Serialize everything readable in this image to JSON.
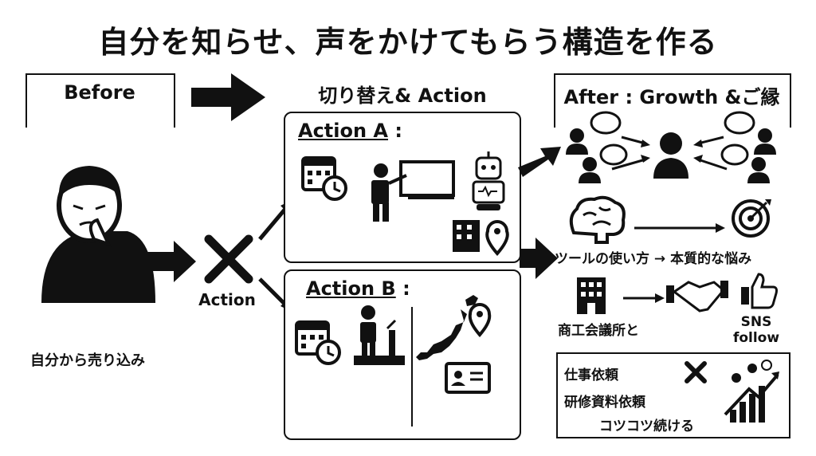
{
  "title": "自分を知らせ、声をかけてもらう構造を作る",
  "before": {
    "label": "Before",
    "caption": "自分から売り込み"
  },
  "middle": {
    "label": "切り替え& Action",
    "action_label": "Action",
    "action_a": {
      "title": "Action A",
      "suffix": ":"
    },
    "action_b": {
      "title": "Action B",
      "suffix": ":"
    }
  },
  "after": {
    "label": "After : Growth &ご縁",
    "tool_text": "ツールの使い方 → 本質的な悩み",
    "chamber_text": "商工会議所と",
    "sns_line1": "SNS",
    "sns_line2": "follow",
    "result_box": {
      "line1": "仕事依頼",
      "line2": "研修資料依頼",
      "line3": "コツコツ続ける"
    }
  },
  "icons": [
    "worried-person-icon",
    "calendar-clock-icon",
    "teacher-whiteboard-icon",
    "robot-icon",
    "building-icon",
    "location-pin-icon",
    "speaker-podium-icon",
    "japan-map-icon",
    "id-card-icon",
    "people-network-icon",
    "brain-icon",
    "target-icon",
    "thumbs-up-icon",
    "handshake-icon",
    "growth-chart-icon"
  ]
}
